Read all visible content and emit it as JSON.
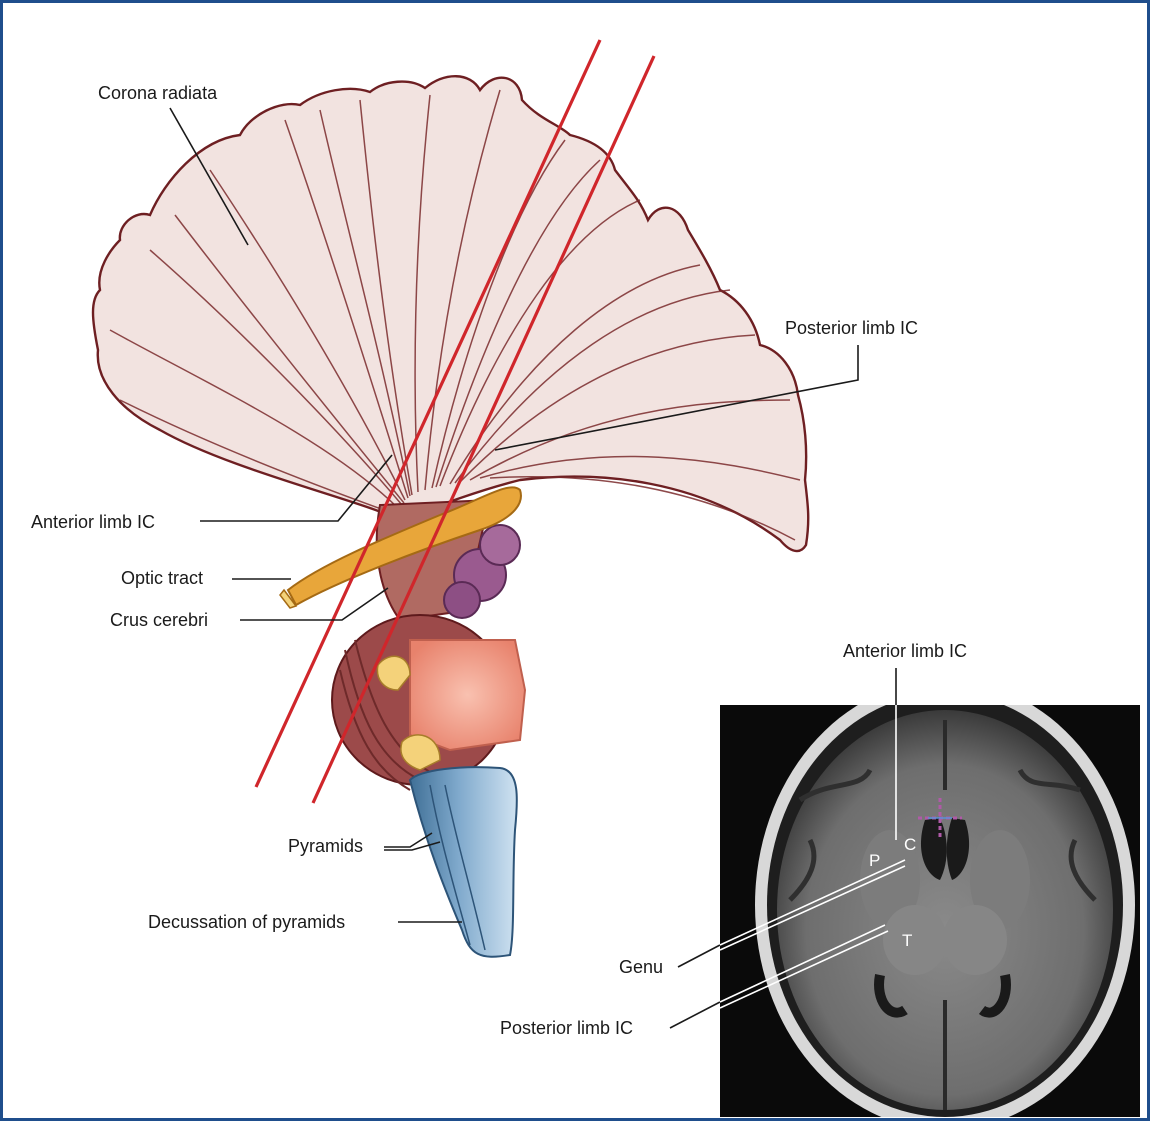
{
  "colors": {
    "frame": "#1f4e8c",
    "corona_fill": "#f2e3e0",
    "corona_outline": "#6e1f22",
    "cut_line": "#d0262b",
    "optic_tract": "#e8a63a",
    "pons": "#f3a38e",
    "midbrain": "#9c4a4a",
    "pyramids": "#bcd7ec",
    "nuclei": "#9a5a8f"
  },
  "labels": {
    "corona_radiata": "Corona radiata",
    "posterior_limb_top": "Posterior limb IC",
    "anterior_limb_left": "Anterior limb IC",
    "optic_tract": "Optic tract",
    "crus_cerebri": "Crus cerebri",
    "pyramids": "Pyramids",
    "decussation": "Decussation of pyramids",
    "anterior_limb_mri": "Anterior limb IC",
    "genu": "Genu",
    "posterior_limb_mri": "Posterior limb IC"
  },
  "mri_letters": {
    "caudate": "C",
    "putamen": "P",
    "thalamus": "T"
  }
}
